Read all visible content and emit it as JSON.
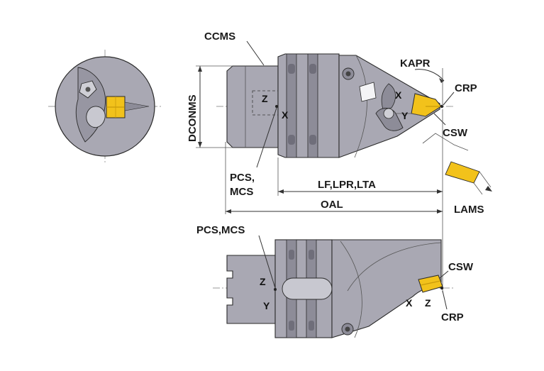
{
  "labels": {
    "ccms": "CCMS",
    "dconms": "DCONMS",
    "kapr": "KAPR",
    "crp_top": "CRP",
    "csw_top": "CSW",
    "pcs_mcs_top_line1": "PCS,",
    "pcs_mcs_top_line2": "MCS",
    "lf_lpr_lta": "LF,LPR,LTA",
    "oal": "OAL",
    "lams": "LAMS",
    "pcs_mcs_bottom": "PCS,MCS",
    "csw_bottom": "CSW",
    "crp_bottom": "CRP"
  },
  "axes": {
    "top_z": "Z",
    "top_x": "X",
    "tip_x": "X",
    "tip_y": "Y",
    "bottom_z": "Z",
    "bottom_y": "Y",
    "tip2_x": "X",
    "tip2_z": "Z"
  },
  "colors": {
    "body_fill": "#a9a8b3",
    "body_dark": "#8d8c98",
    "groove": "#6f6e7a",
    "insert_yellow": "#f2c21b",
    "insert_dark": "#c99a0a",
    "outline": "#2a2a2a",
    "background": "#ffffff"
  }
}
